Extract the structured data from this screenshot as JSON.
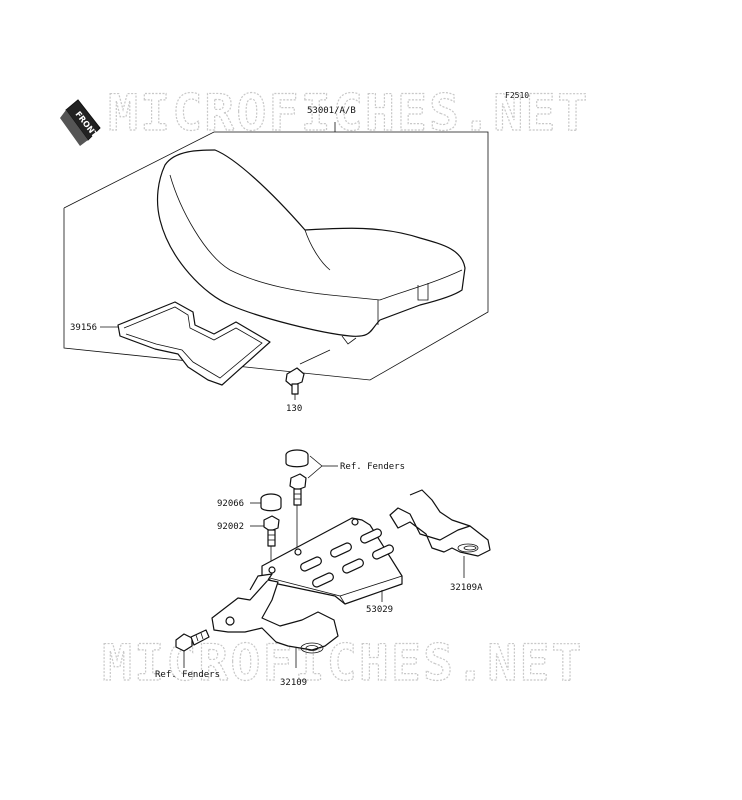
{
  "diagram": {
    "figure_code": "F2510",
    "front_marker": "FRONT",
    "watermark_text": "MICROFICHES.NET",
    "labels": {
      "seat": "53001/A/B",
      "pad": "39156",
      "bolt_130": "130",
      "ref_fenders_top": "Ref. Fenders",
      "cap_92066": "92066",
      "bolt_92002": "92002",
      "plate_53029": "53029",
      "bracket_32109A": "32109A",
      "ref_fenders_bottom": "Ref. Fenders",
      "bracket_32109": "32109"
    }
  }
}
